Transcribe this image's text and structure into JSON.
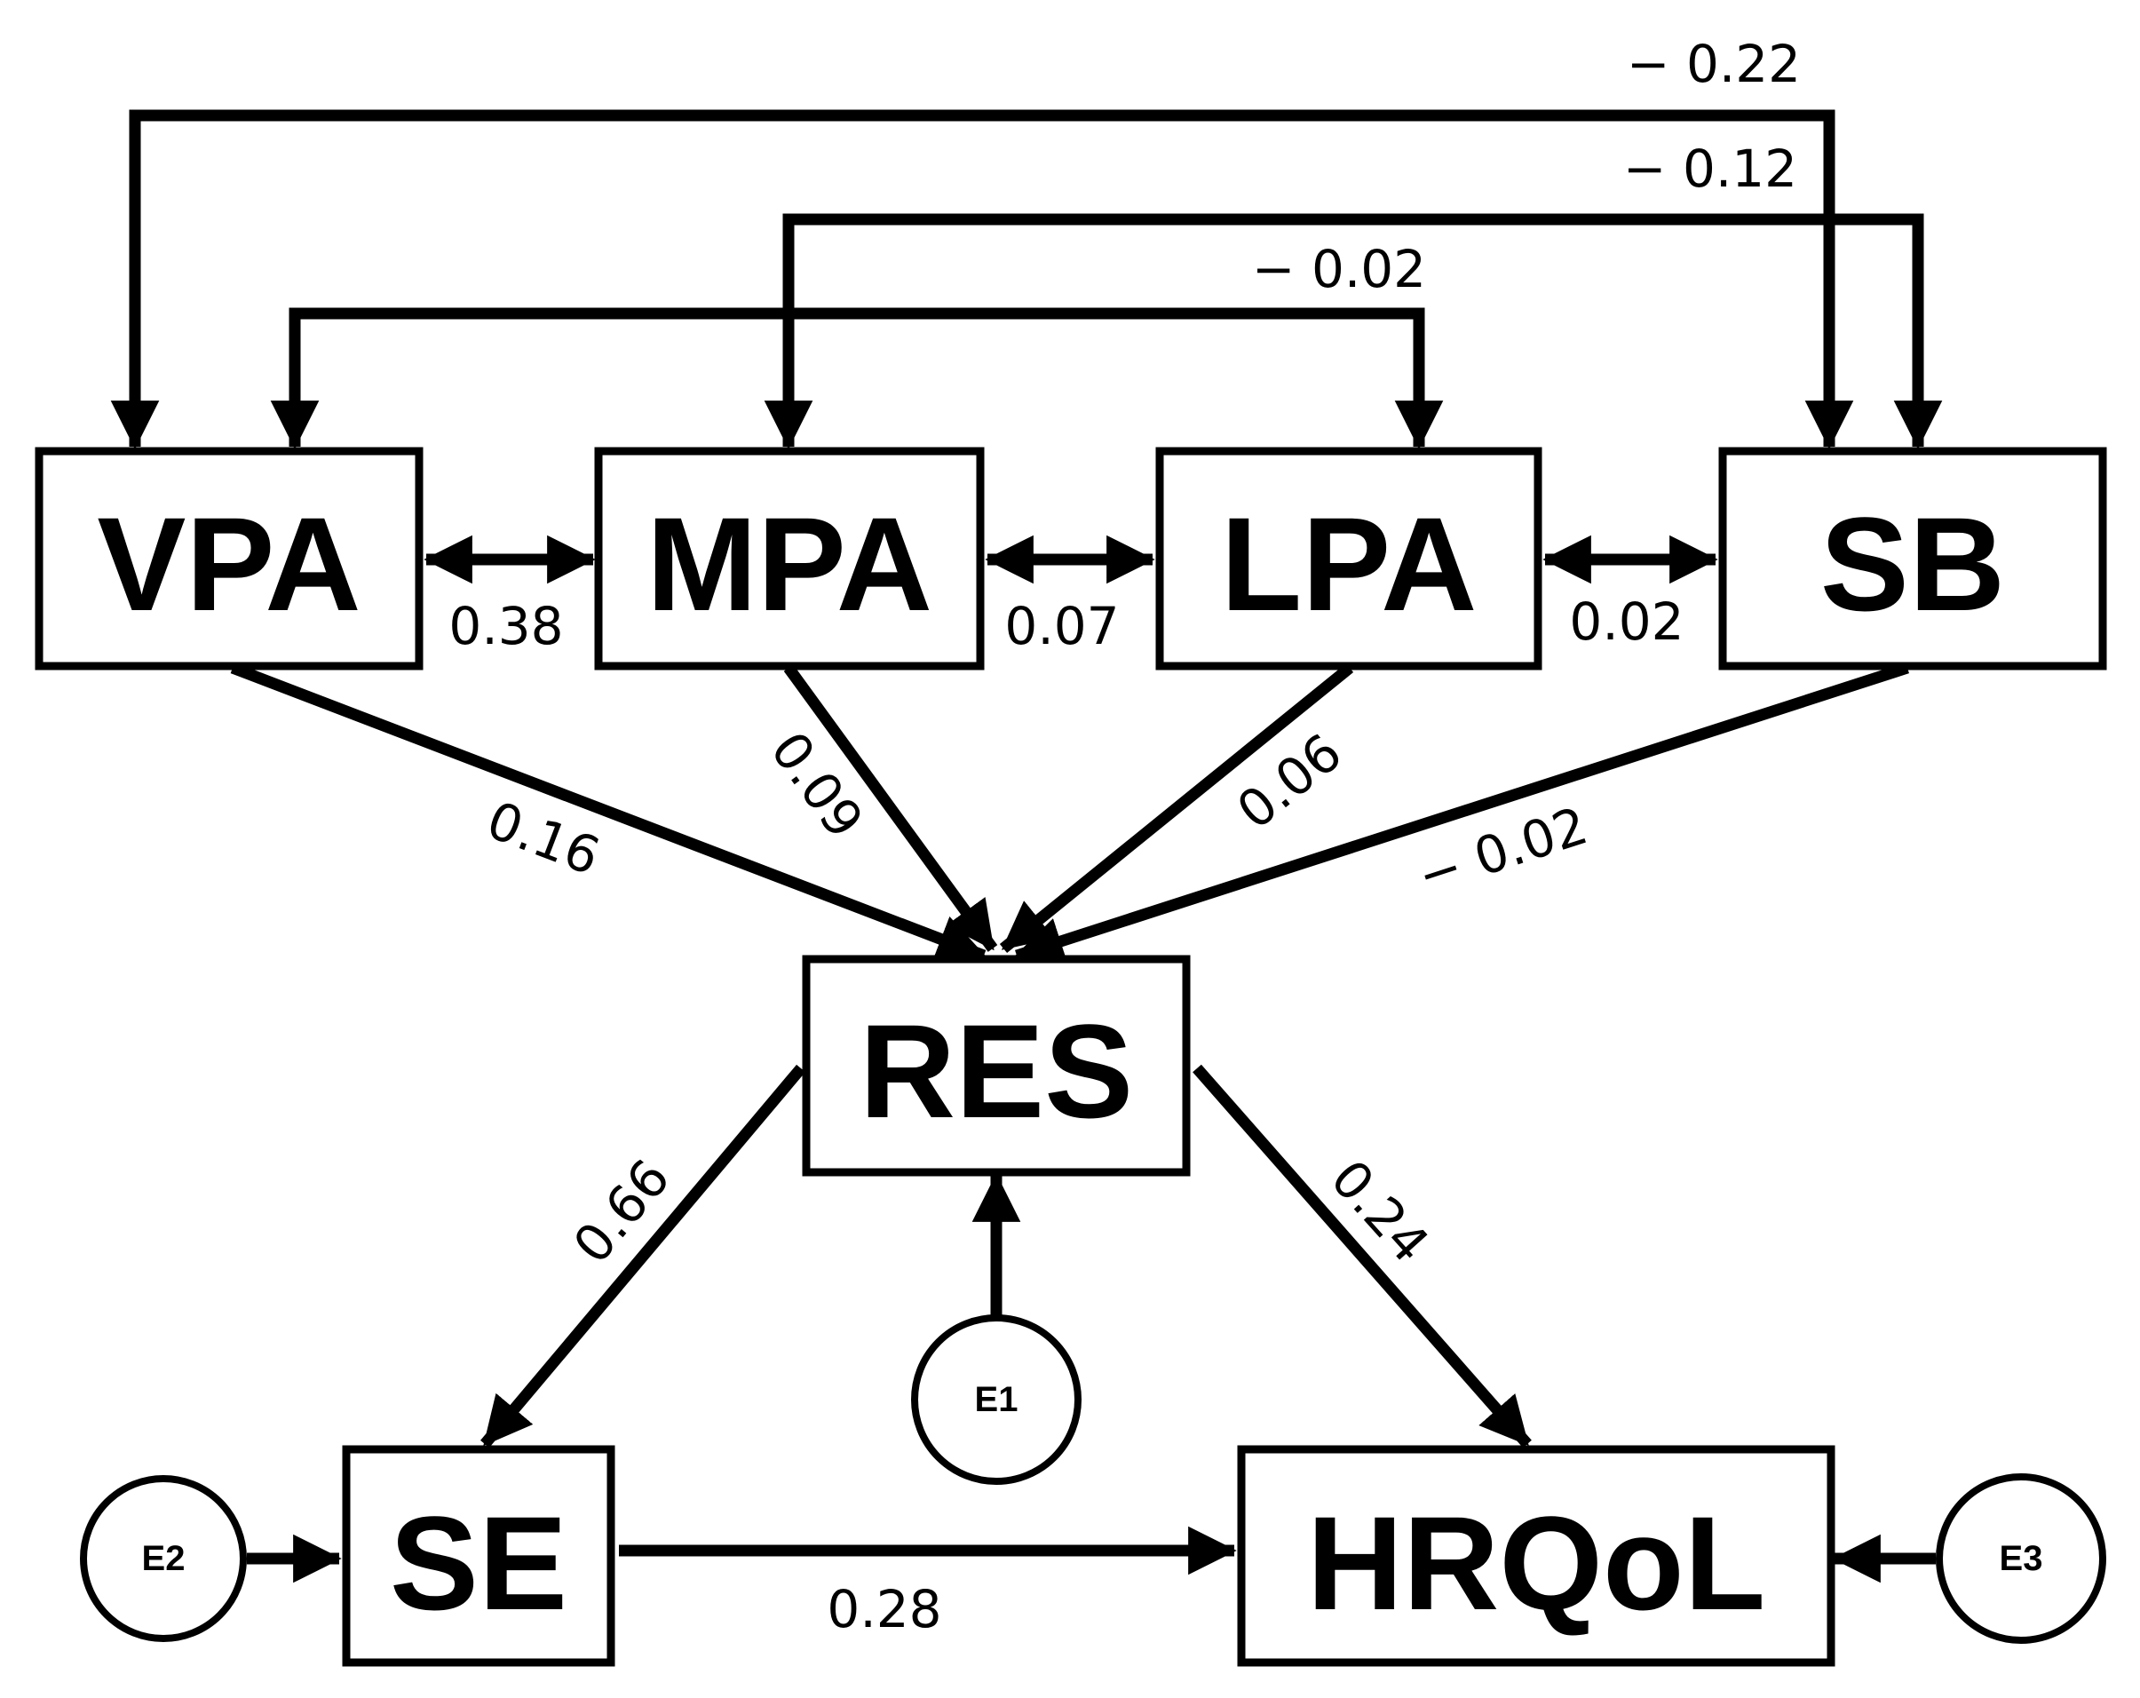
{
  "nodes": {
    "vpa": "VPA",
    "mpa": "MPA",
    "lpa": "LPA",
    "sb": "SB",
    "res": "RES",
    "se": "SE",
    "hrqol": "HRQoL"
  },
  "errors": {
    "e1": "E1",
    "e2": "E2",
    "e3": "E3"
  },
  "paths": {
    "sb_vpa": "− 0.22",
    "sb_mpa": "− 0.12",
    "lpa_vpa": "− 0.02",
    "vpa_mpa": "0.38",
    "mpa_lpa": "0.07",
    "lpa_sb": "0.02",
    "vpa_res": "0.16",
    "mpa_res": "0.09",
    "lpa_res": "0.06",
    "sb_res": "− 0.02",
    "res_se": "0.66",
    "res_hrqol": "0.24",
    "se_hrqol": "0.28"
  }
}
